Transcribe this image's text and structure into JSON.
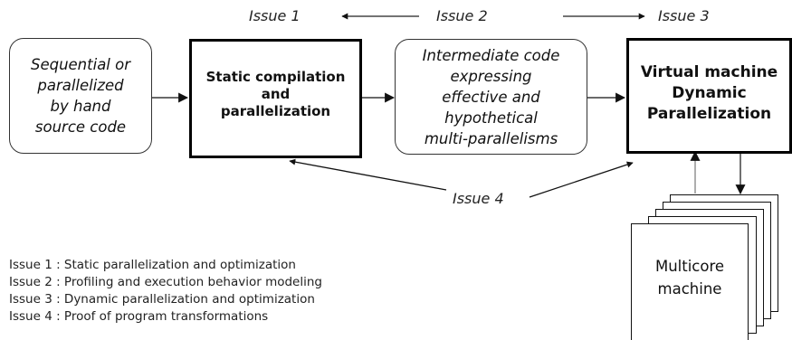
{
  "headers": {
    "issue1": "Issue 1",
    "issue2": "Issue 2",
    "issue3": "Issue 3",
    "issue4": "Issue 4"
  },
  "boxes": {
    "source": [
      "Sequential or",
      "parallelized",
      "by hand",
      "source code"
    ],
    "static": [
      "Static compilation",
      "and",
      "parallelization"
    ],
    "intermediate": [
      "Intermediate code",
      "expressing",
      "effective and",
      "hypothetical",
      "multi-parallelisms"
    ],
    "vm": [
      "Virtual machine",
      "Dynamic",
      "Parallelization"
    ],
    "machine": [
      "Multicore",
      "machine"
    ]
  },
  "legend": [
    "Issue 1 : Static parallelization and optimization",
    "Issue 2 : Profiling and execution behavior modeling",
    "Issue 3 : Dynamic parallelization and optimization",
    "Issue 4 : Proof of program transformations"
  ]
}
